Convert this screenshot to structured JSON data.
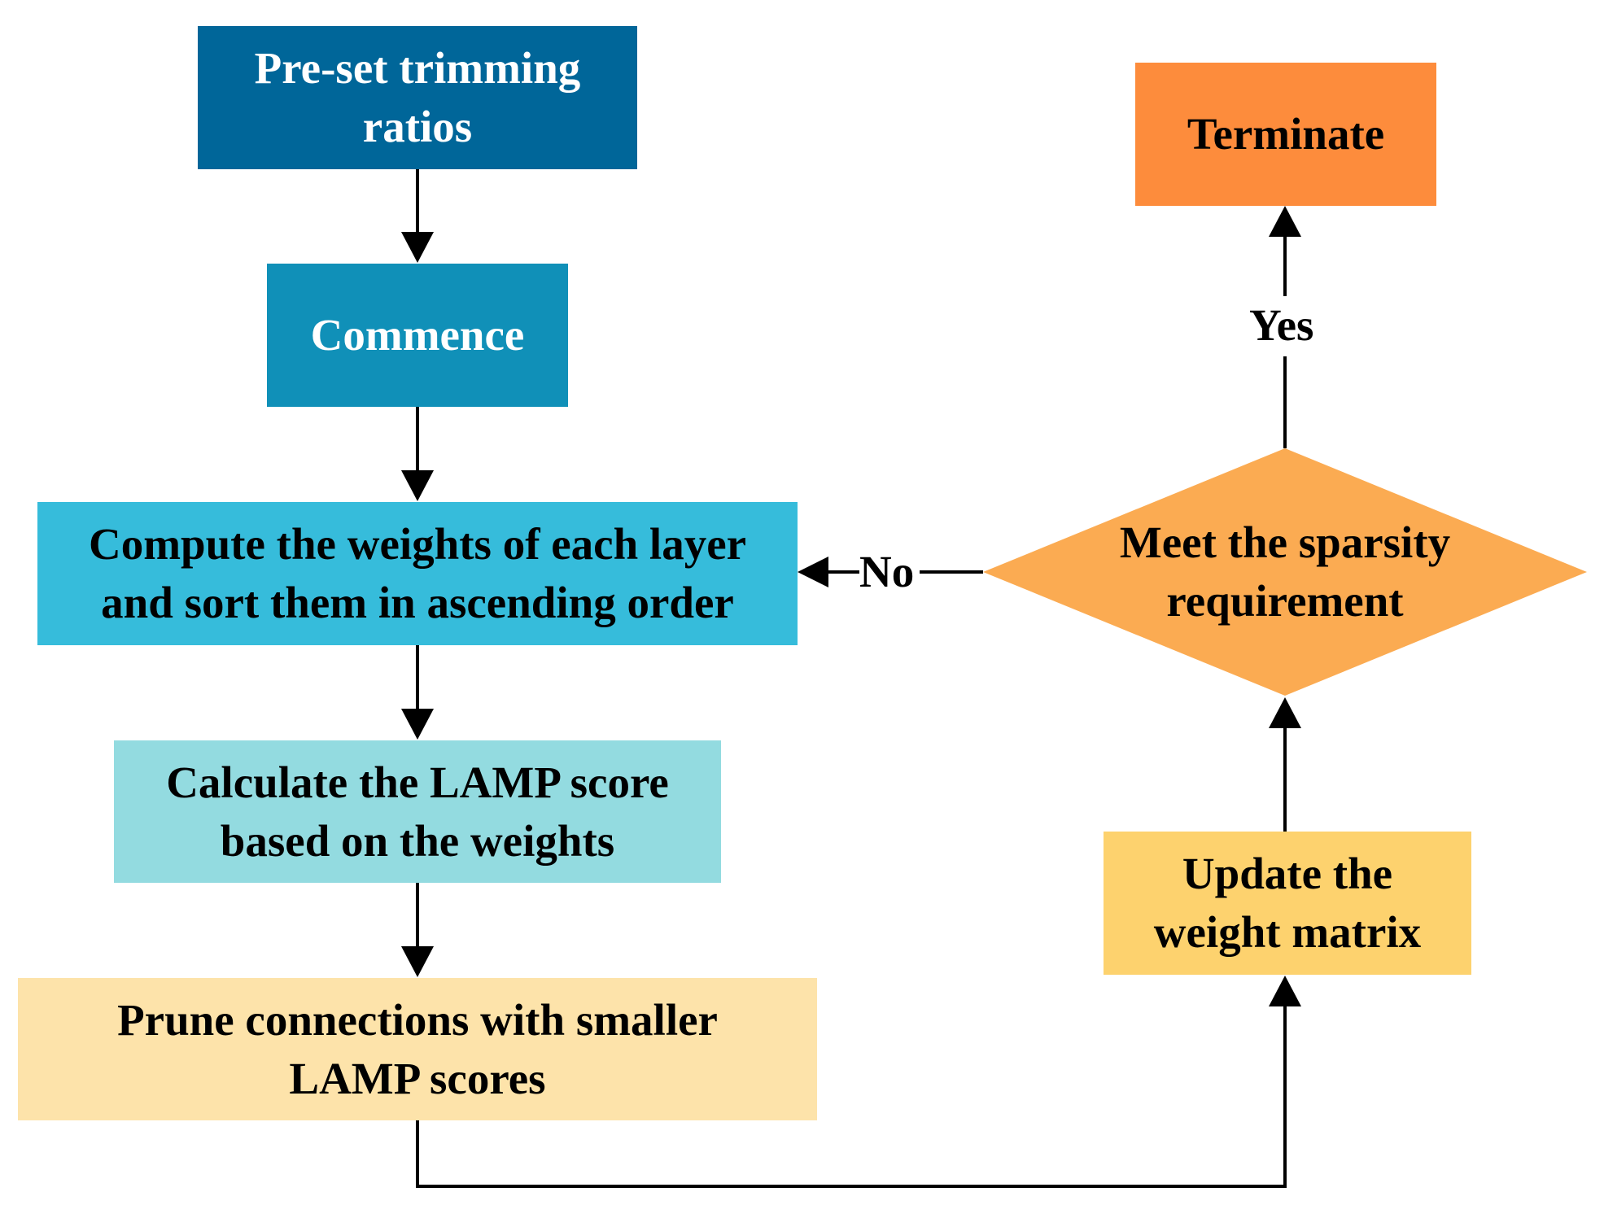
{
  "nodes": {
    "preset": {
      "line1": "Pre-set trimming",
      "line2": "ratios",
      "fill": "#006699",
      "text_color": "#ffffff"
    },
    "commence": {
      "line1": "Commence",
      "fill": "#1090b8",
      "text_color": "#ffffff"
    },
    "compute": {
      "line1": "Compute the weights of each layer",
      "line2": "and sort them in ascending order",
      "fill": "#36bcdb",
      "text_color": "#000000"
    },
    "calculate": {
      "line1": "Calculate the LAMP score",
      "line2": "based on the weights",
      "fill": "#93dbe0",
      "text_color": "#000000"
    },
    "prune": {
      "line1": "Prune connections with smaller",
      "line2": "LAMP scores",
      "fill": "#fde3aa",
      "text_color": "#000000"
    },
    "update": {
      "line1": "Update the",
      "line2": "weight matrix",
      "fill": "#fdd26e",
      "text_color": "#000000"
    },
    "decision": {
      "line1": "Meet the sparsity",
      "line2": "requirement",
      "fill": "#fbab52",
      "text_color": "#000000"
    },
    "terminate": {
      "line1": "Terminate",
      "fill": "#fd8c3c",
      "text_color": "#000000"
    }
  },
  "edges": {
    "yes_label": "Yes",
    "no_label": "No"
  }
}
